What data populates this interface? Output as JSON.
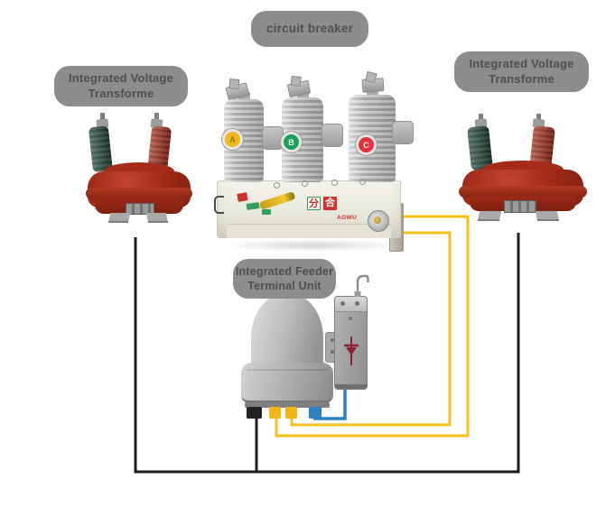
{
  "labels": {
    "circuit_breaker": "circuit breaker",
    "left_transformer": {
      "line1": "Integrated Voltage",
      "line2": "Transforme"
    },
    "right_transformer": {
      "line1": "Integrated Voltage",
      "line2": "Transforme"
    },
    "feeder_unit": {
      "line1": "Integrated Feeder",
      "line2": "Terminal Unit"
    }
  },
  "circuit_breaker": {
    "phases": [
      {
        "letter": "A",
        "color": "#f0b81e"
      },
      {
        "letter": "B",
        "color": "#18a05c"
      },
      {
        "letter": "C",
        "color": "#e8303e"
      }
    ],
    "brand": "AOWU",
    "switch_open_char": "分",
    "switch_close_char": "合"
  },
  "wire_colors": {
    "phase_yellow": "#f6c11a",
    "signal_blue": "#2e80c3",
    "ground_black": "#1e1e1e"
  },
  "ui_colors": {
    "label_bg": "#8d8d8d",
    "label_text": "#4e4e4e",
    "transformer_red": "#a62c19",
    "bushing_green": "#2e5040",
    "device_gray": "#a9a9a9",
    "breaker_base": "#f0efe7",
    "arrester_symbol_red": "#8e2030"
  }
}
